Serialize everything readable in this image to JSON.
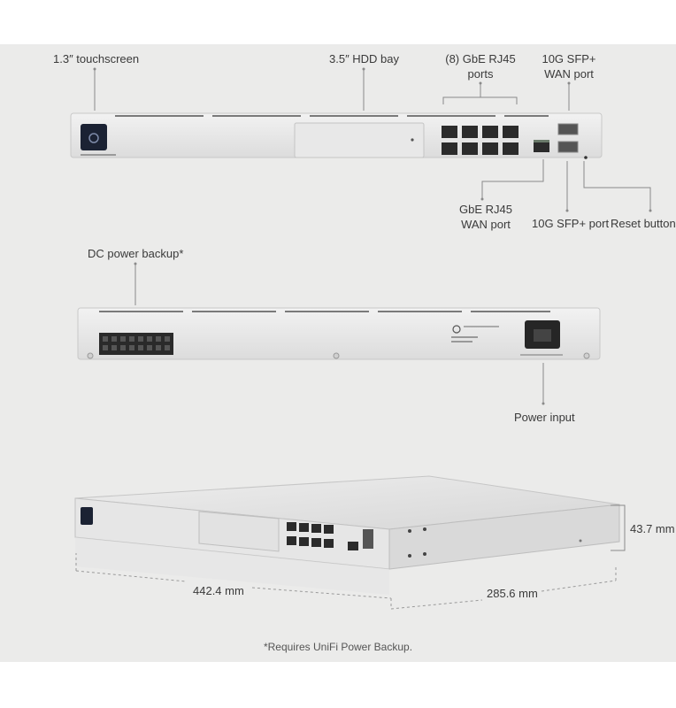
{
  "labels": {
    "touchscreen": "1.3″ touchscreen",
    "hdd_bay": "3.5″ HDD bay",
    "gbe_ports_line1": "(8) GbE RJ45",
    "gbe_ports_line2": "ports",
    "sfp_wan_line1": "10G SFP+",
    "sfp_wan_line2": "WAN port",
    "gbe_wan_line1": "GbE RJ45",
    "gbe_wan_line2": "WAN port",
    "sfp_port": "10G SFP+ port",
    "reset_button": "Reset button",
    "dc_power": "DC power backup*",
    "power_input": "Power input"
  },
  "dimensions": {
    "width": "442.4 mm",
    "depth": "285.6 mm",
    "height": "43.7 mm"
  },
  "footnote": "*Requires UniFi Power Backup.",
  "colors": {
    "panel_bg": "#ebebea",
    "device_body": "#e4e4e4",
    "leader_line": "#8a8a8a",
    "screen": "#1b2233"
  }
}
